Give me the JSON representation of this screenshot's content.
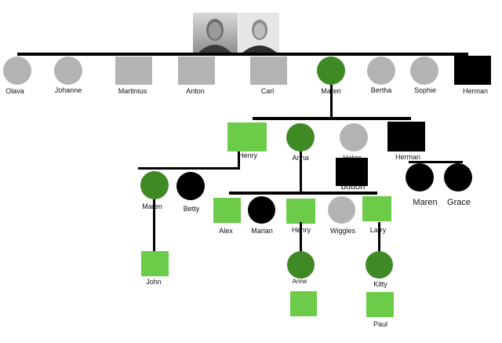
{
  "colors": {
    "gray": "#b3b3b3",
    "dark_green": "#3f8a24",
    "light_green": "#6ccc4a",
    "black": "#000000",
    "line": "#000000"
  },
  "photos": [
    "photo-man",
    "photo-woman"
  ],
  "people": {
    "olava": "Olava",
    "johanne": "Johanne",
    "martinius": "Martinius",
    "anton": "Anton",
    "carl": "Carl",
    "maren_top": "Maren",
    "bertha": "Bertha",
    "sophie": "Sophie",
    "herman_top": "Herman",
    "henry_mid": "Henry",
    "anna_mid": "Anna",
    "helen": "Helen",
    "herman_mid": "Herman",
    "button_label": "button",
    "maren_right": "Maren",
    "grace": "Grace",
    "maren_left": "Maren",
    "betty": "Betty",
    "alex": "Alex",
    "marian": "Marian",
    "henry_low": "Henry",
    "wiggles": "Wiggles",
    "larry": "Larry",
    "john": "John",
    "anne": "Anne",
    "kitty": "Kitty",
    "paul": "Paul"
  }
}
